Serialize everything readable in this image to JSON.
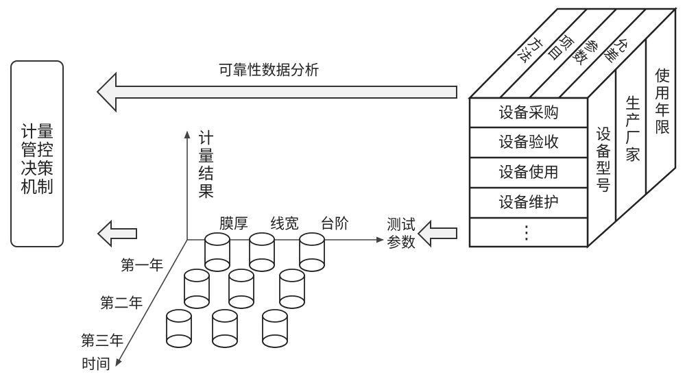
{
  "decision_box": {
    "label": "计量管控决策机制"
  },
  "top_arrow": {
    "label": "可靠性数据分析"
  },
  "axes": {
    "y_label": "计量结果",
    "x_label": "测试参数",
    "z_label": "时间"
  },
  "parameters": [
    "膜厚",
    "线宽",
    "台阶"
  ],
  "years": [
    "第一年",
    "第二年",
    "第三年"
  ],
  "cube": {
    "front_rows": [
      "设备采购",
      "设备验收",
      "设备使用",
      "设备维护",
      "⋮"
    ],
    "top_stripes": [
      "方法",
      "项目",
      "参数",
      "允差"
    ],
    "side_panels": [
      "设备型号",
      "生产厂家",
      "使用年限"
    ]
  },
  "colors": {
    "stroke": "#222222",
    "axis": "#444444",
    "arrow_fill": "#f2f2f2",
    "background": "#ffffff"
  }
}
